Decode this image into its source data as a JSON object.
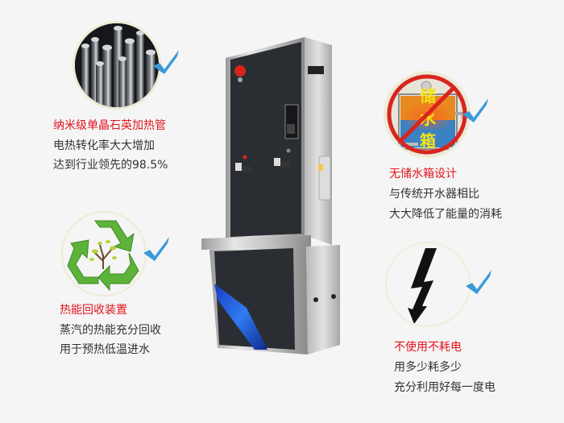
{
  "features": [
    {
      "id": "quartz-heating-tube",
      "icon": "quartz-tubes-icon",
      "title": "纳米级单晶石英加热管",
      "lines": [
        "电热转化率大大增加",
        "达到行业领先的98.5%"
      ],
      "check": "checkmark-icon"
    },
    {
      "id": "no-storage-tank",
      "icon": "no-storage-tank-icon",
      "icon_text": [
        "储",
        "水",
        "箱"
      ],
      "title": "无储水箱设计",
      "lines": [
        "与传统开水器相比",
        "大大降低了能量的消耗"
      ],
      "check": "checkmark-icon"
    },
    {
      "id": "heat-recovery",
      "icon": "recycle-icon",
      "title": "热能回收装置",
      "lines": [
        "蒸汽的热能充分回收",
        "用于预热低温进水"
      ],
      "check": "checkmark-icon"
    },
    {
      "id": "no-standby-power",
      "icon": "lightning-bolt-icon",
      "title": "不使用不耗电",
      "lines": [
        "用多少耗多少",
        "充分利用好每一度电"
      ],
      "check": "checkmark-icon"
    }
  ],
  "colors": {
    "background": "#f5f5f5",
    "title_red": "#e3141e",
    "body_text": "#333333",
    "check_blue": "#3a9ad9",
    "panel_dark": "#2a2e33",
    "steel": "#c8c8c8"
  }
}
